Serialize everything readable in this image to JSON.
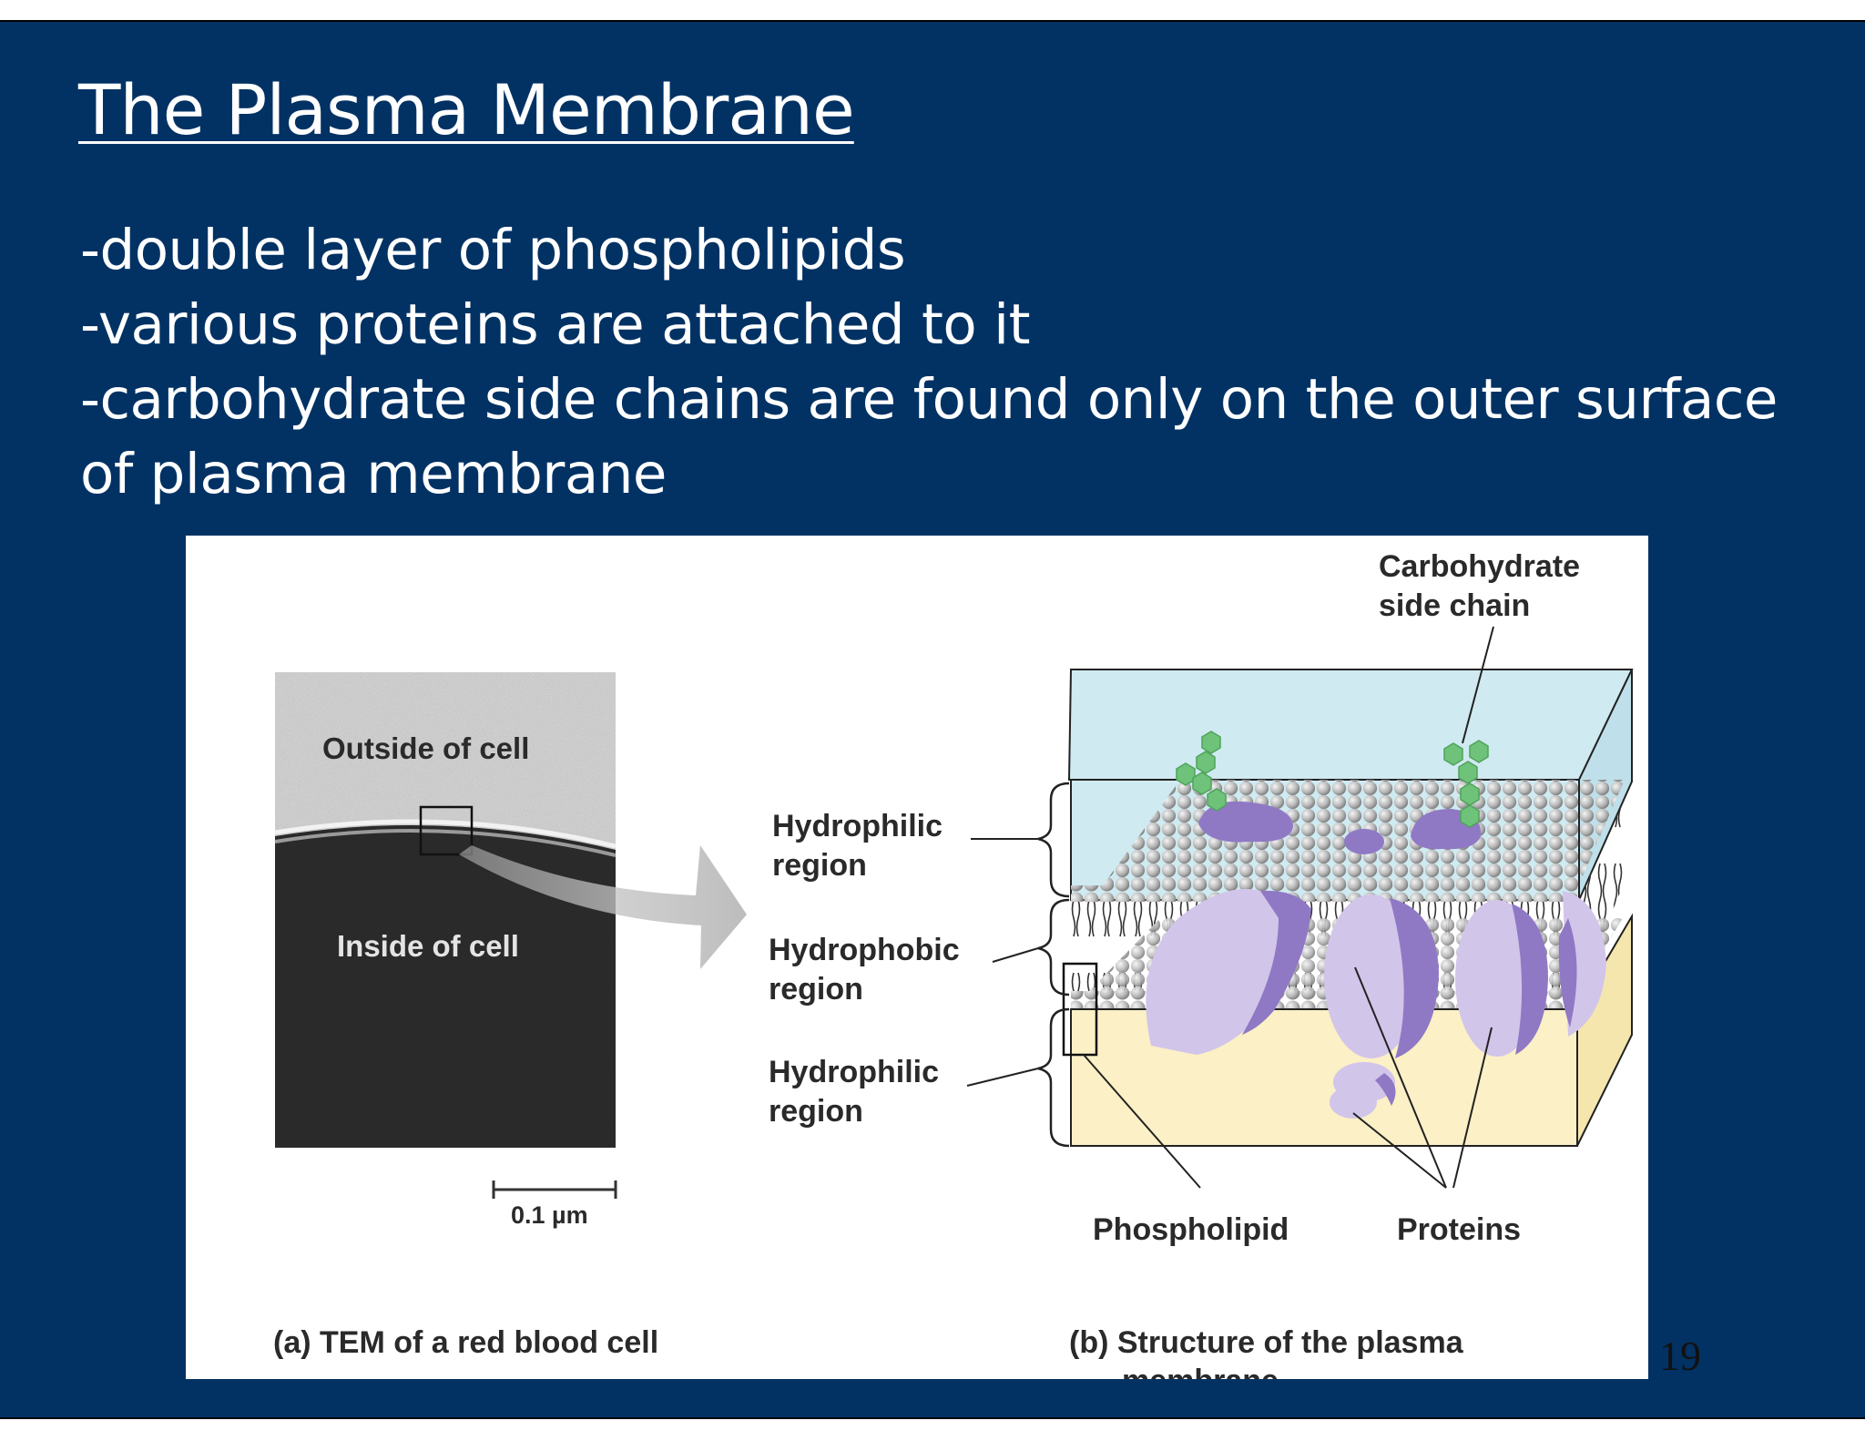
{
  "slide": {
    "title": "The Plasma Membrane",
    "bullets": [
      "-double layer of phospholipids",
      "-various proteins are attached to it",
      "-carbohydrate side chains are found only on the outer surface",
      "of plasma membrane"
    ],
    "page_number": "19"
  },
  "figure": {
    "panel_a": {
      "outside_label": "Outside of cell",
      "inside_label": "Inside of cell",
      "scale_bar": "0.1 µm",
      "caption": "(a) TEM of a red blood cell"
    },
    "panel_b": {
      "carbohydrate_line1": "Carbohydrate",
      "carbohydrate_line2": "side chain",
      "hydrophilic_top_line1": "Hydrophilic",
      "hydrophilic_top_line2": "region",
      "hydrophobic_line1": "Hydrophobic",
      "hydrophobic_line2": "region",
      "hydrophilic_bottom_line1": "Hydrophilic",
      "hydrophilic_bottom_line2": "region",
      "phospholipid_label": "Phospholipid",
      "proteins_label": "Proteins",
      "caption_line1": "(b) Structure of the plasma",
      "caption_line2": "membrane"
    },
    "colors": {
      "slide_background": "#023264",
      "outer_water": "#cfeaf1",
      "inner_cytoplasm": "#fbf0c6",
      "protein_light": "#d2c5ea",
      "protein_dark": "#8f79c5",
      "carbohydrate": "#6fc27a",
      "lipid_head": "#b8b8b8"
    }
  }
}
